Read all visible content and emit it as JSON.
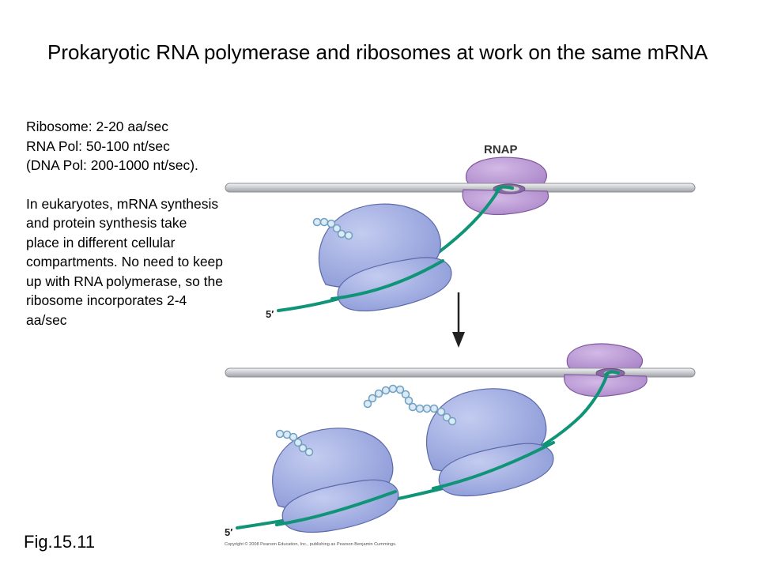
{
  "title": "Prokaryotic RNA polymerase and ribosomes at work on the same mRNA",
  "notes": {
    "rates": [
      "Ribosome: 2-20 aa/sec",
      "RNA Pol: 50-100 nt/sec",
      "(DNA Pol: 200-1000 nt/sec)."
    ],
    "eukaryote": "In eukaryotes, mRNA synthesis and protein synthesis take place in different cellular compartments. No need to keep up with RNA polymerase, so the ribosome incorporates 2-4 aa/sec"
  },
  "figure_label": "Fig.15.11",
  "diagram": {
    "rnap_label": "RNAP",
    "five_prime_label_top": "5′",
    "five_prime_label_bottom": "5′",
    "copyright": "Copyright © 2008 Pearson Education, Inc., publishing as Pearson Benjamin Cummings.",
    "colors": {
      "dna": "#c9cbcf",
      "mrna": "#0f9477",
      "ribosome": "#9aa8e0",
      "ribosome_edge": "#5c68a8",
      "rnap": "#b592cf",
      "rnap_edge": "#7f5a9e",
      "peptide": "#cfe3ef",
      "arrow": "#222222"
    }
  }
}
